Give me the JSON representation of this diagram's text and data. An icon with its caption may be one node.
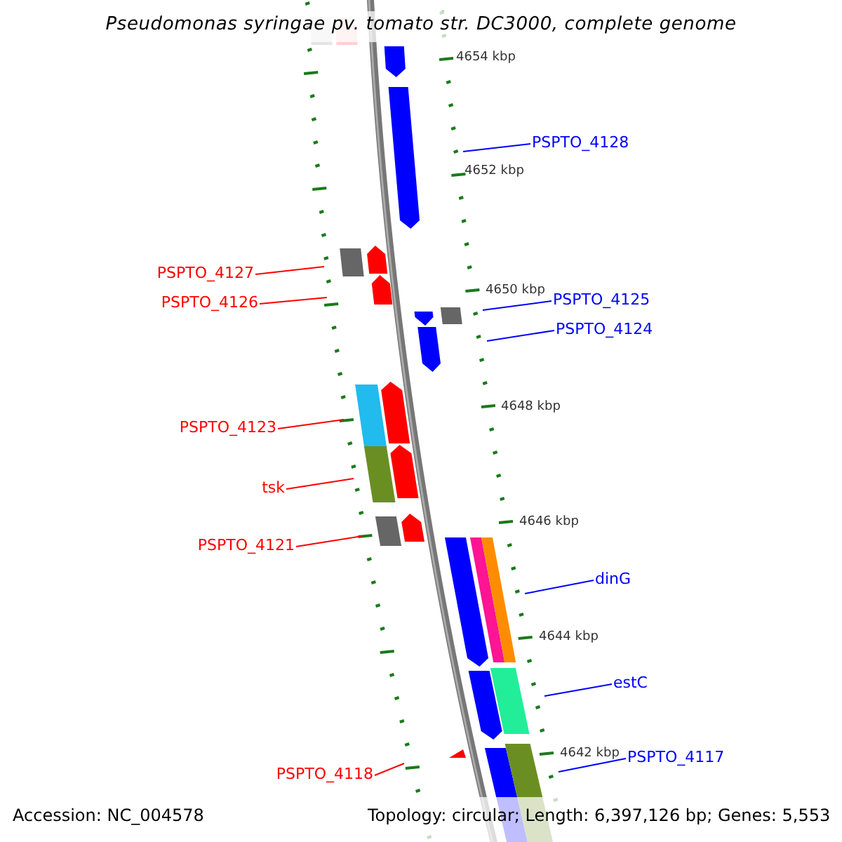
{
  "diagram": {
    "title": "Pseudomonas syringae pv. tomato str. DC3000, complete genome",
    "nodes": [
      {
        "text": [
          "PSPTO_4128"
        ]
      },
      {
        "text": [
          "PSPTO_4127"
        ]
      },
      {
        "text": [
          "PSPTO_4125"
        ]
      },
      {
        "text": [
          "PSPTO_4126"
        ]
      },
      {
        "text": [
          "PSPTO_4124"
        ]
      },
      {
        "text": [
          "PSPTO_4123"
        ]
      },
      {
        "text": [
          "tsk"
        ]
      },
      {
        "text": [
          "PSPTO_4121"
        ]
      },
      {
        "text": [
          "dinG"
        ]
      },
      {
        "text": [
          "estC"
        ]
      },
      {
        "text": [
          "PSPTO_4117"
        ]
      },
      {
        "text": [
          "PSPTO_4118"
        ]
      }
    ],
    "edges": [
      {
        "from": 0,
        "to": null,
        "arrow": "none",
        "color": "#0000ff"
      },
      {
        "from": 1,
        "to": null,
        "arrow": "none",
        "color": "#ff0000"
      },
      {
        "from": 2,
        "to": null,
        "arrow": "none",
        "color": "#0000ff"
      },
      {
        "from": 3,
        "to": null,
        "arrow": "none",
        "color": "#ff0000"
      },
      {
        "from": 4,
        "to": null,
        "arrow": "none",
        "color": "#0000ff"
      },
      {
        "from": 5,
        "to": null,
        "arrow": "none",
        "color": "#ff0000"
      },
      {
        "from": 6,
        "to": null,
        "arrow": "none",
        "color": "#ff0000"
      },
      {
        "from": 7,
        "to": null,
        "arrow": "none",
        "color": "#ff0000"
      },
      {
        "from": 8,
        "to": null,
        "arrow": "none",
        "color": "#0000ff"
      },
      {
        "from": 9,
        "to": null,
        "arrow": "none",
        "color": "#0000ff"
      },
      {
        "from": 10,
        "to": null,
        "arrow": "none",
        "color": "#0000ff"
      },
      {
        "from": 11,
        "to": null,
        "arrow": "none",
        "color": "#ff0000"
      }
    ],
    "labels": [
      "4654 kbp",
      "4652 kbp",
      "4650 kbp",
      "4648 kbp",
      "4646 kbp",
      "4644 kbp",
      "4642 kbp",
      "Accession: NC_004578",
      "Topology: circular; Length: 6,397,126 bp; Genes: 5,553"
    ]
  }
}
